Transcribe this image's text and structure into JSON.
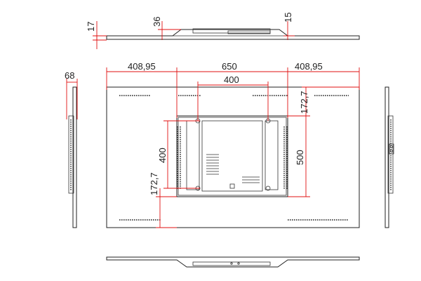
{
  "dimensions": {
    "side_margin_left": "408,95",
    "vesa_span_width": "650",
    "side_margin_right": "408,95",
    "vesa_inner_width": "400",
    "top_offset": "172,7",
    "vesa_inner_height": "400",
    "bottom_offset": "172,7",
    "vesa_span_height": "500",
    "side_depth": "68",
    "top_depth_total": "17",
    "top_depth_bracket": "36",
    "top_depth_rail": "15"
  },
  "colors": {
    "dimension_line": "#e01010",
    "outline": "#222222"
  }
}
